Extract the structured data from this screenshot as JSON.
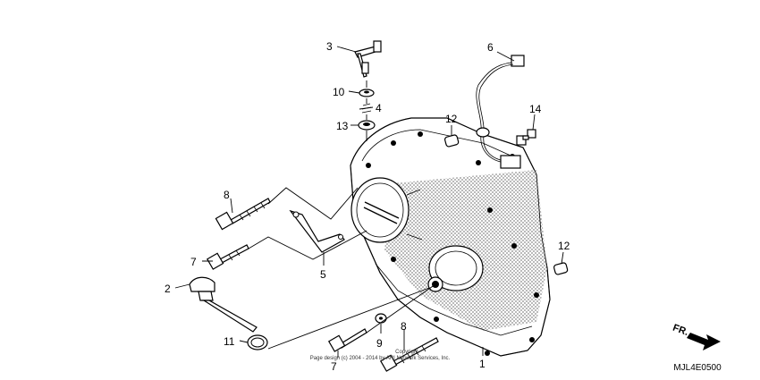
{
  "callouts": [
    {
      "id": "1",
      "label": "1"
    },
    {
      "id": "2",
      "label": "2"
    },
    {
      "id": "3",
      "label": "3"
    },
    {
      "id": "4",
      "label": "4"
    },
    {
      "id": "5",
      "label": "5"
    },
    {
      "id": "6",
      "label": "6"
    },
    {
      "id": "7a",
      "label": "7"
    },
    {
      "id": "7b",
      "label": "7"
    },
    {
      "id": "8a",
      "label": "8"
    },
    {
      "id": "8b",
      "label": "8"
    },
    {
      "id": "9",
      "label": "9"
    },
    {
      "id": "10",
      "label": "10"
    },
    {
      "id": "11",
      "label": "11"
    },
    {
      "id": "12a",
      "label": "12"
    },
    {
      "id": "12b",
      "label": "12"
    },
    {
      "id": "13",
      "label": "13"
    },
    {
      "id": "14",
      "label": "14"
    }
  ],
  "copyright_line1": "Copyright",
  "copyright_line2": "Page design (c) 2004 - 2014 by ARI Network Services, Inc.",
  "direction_label": "FR.",
  "diagram_code": "MJL4E0500",
  "colors": {
    "ink": "#000000",
    "paper": "#ffffff",
    "halftone": "#9a9a9a"
  }
}
